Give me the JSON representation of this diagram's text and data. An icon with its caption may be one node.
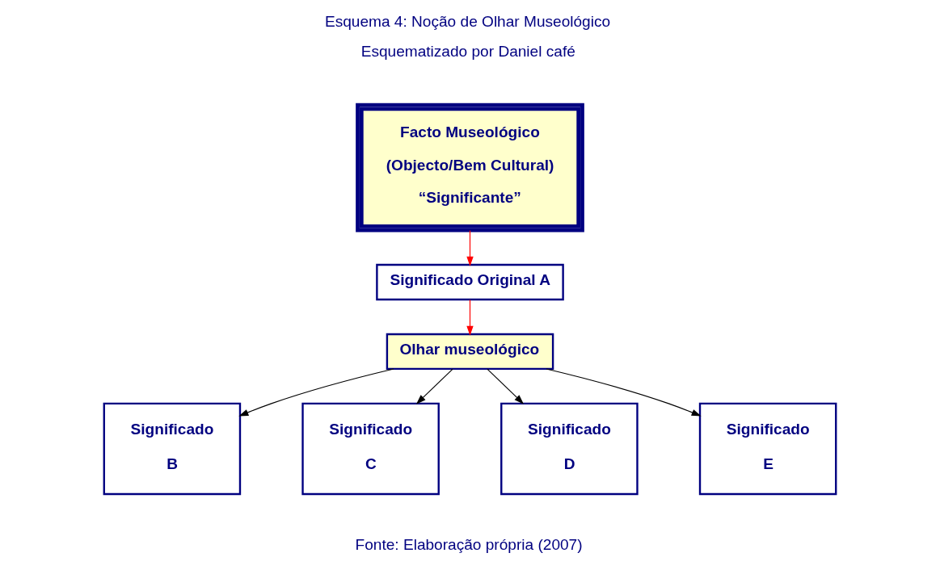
{
  "diagram": {
    "title": "Esquema 4: Noção de Olhar Museológico",
    "caption": "Fonte: Elaboração própria (2007)",
    "nodes": [
      {
        "text": [
          "Facto Museológico",
          "(Objecto/Bem Cultural)",
          "“Significante”"
        ]
      },
      {
        "text": [
          "Significado Original A"
        ]
      },
      {
        "text": [
          "Olhar museológico"
        ]
      },
      {
        "text": [
          "Significado",
          "B"
        ]
      },
      {
        "text": [
          "Significado",
          "C"
        ]
      },
      {
        "text": [
          "Significado",
          "D"
        ]
      },
      {
        "text": [
          "Significado",
          "E"
        ]
      }
    ],
    "edges": [
      {
        "from": 0,
        "to": 1,
        "arrow": "to",
        "color": "#ff0000"
      },
      {
        "from": 1,
        "to": 2,
        "arrow": "to",
        "color": "#ff0000"
      },
      {
        "from": 2,
        "to": 3,
        "arrow": "to"
      },
      {
        "from": 2,
        "to": 4,
        "arrow": "to"
      },
      {
        "from": 2,
        "to": 5,
        "arrow": "to"
      },
      {
        "from": 2,
        "to": 6,
        "arrow": "to"
      }
    ],
    "labels": [
      "Esquematizado por Daniel café"
    ]
  }
}
